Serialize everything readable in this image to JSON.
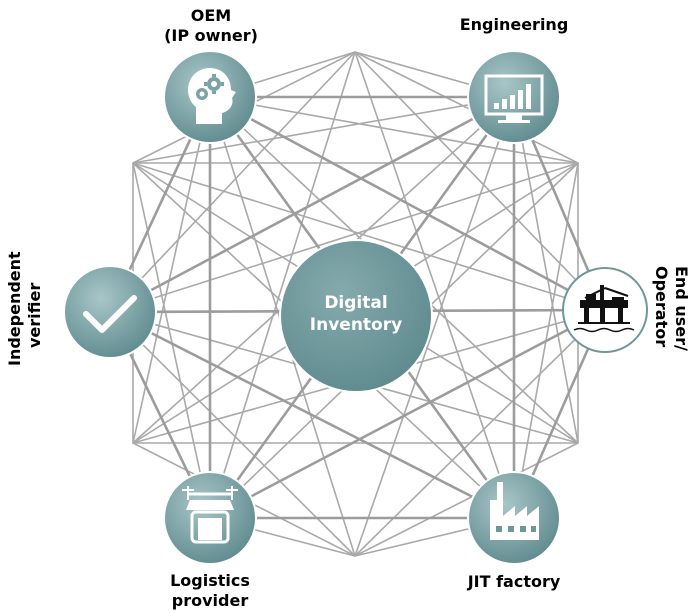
{
  "diagram": {
    "center": {
      "line1": "Digital",
      "line2": "Inventory"
    },
    "nodes": {
      "oem": {
        "line1": "OEM",
        "line2": "(IP owner)",
        "icon": "head-gears-icon"
      },
      "engineering": {
        "line1": "Engineering",
        "icon": "monitor-chart-icon"
      },
      "end_user": {
        "line1": "End user/",
        "line2": "Operator",
        "icon": "offshore-platform-icon"
      },
      "jit_factory": {
        "line1": "JIT factory",
        "icon": "factory-icon"
      },
      "logistics": {
        "line1": "Logistics",
        "line2": "provider",
        "icon": "drone-icon"
      },
      "verifier": {
        "line1": "Independent",
        "line2": "verifier",
        "icon": "checkmark-icon"
      }
    },
    "colors": {
      "node_fill_light": "#9fbdbf",
      "node_fill_dark": "#5f8c90",
      "center_fill": "#6e979a",
      "node_stroke": "#ffffff",
      "edge": "#a9a9a9",
      "end_user_fill": "#ffffff",
      "end_user_stroke": "#6e979a"
    }
  }
}
